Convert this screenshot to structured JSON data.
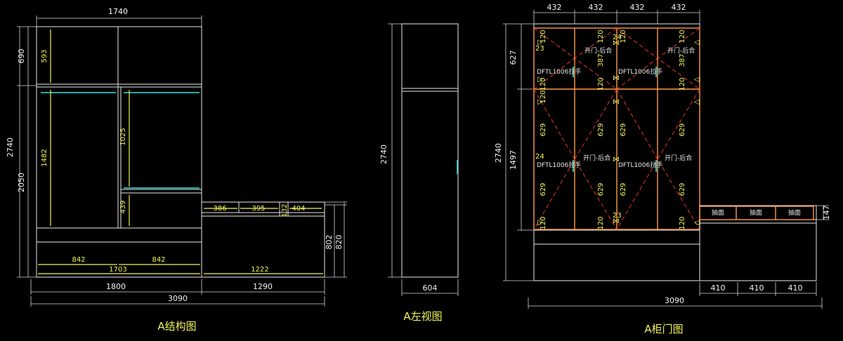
{
  "structure": {
    "title": "A结构图",
    "dims": {
      "w_total": "1740",
      "h_total": "2740",
      "h_top": "690",
      "h_bottom": "2050",
      "top_inner": "593",
      "mid_inner": "1482",
      "rt_inner": "1025",
      "rb_inner": "439",
      "d842a": "842",
      "d842b": "842",
      "d1703": "1703",
      "d1800": "1800",
      "d1290": "1290",
      "d3090": "3090",
      "d1222": "1222",
      "d386": "386",
      "d395": "395",
      "d132": "132",
      "d404": "404",
      "d802": "802",
      "d820": "820"
    }
  },
  "left_view": {
    "title": "A左视图",
    "dims": {
      "height": "2740",
      "depth": "604"
    }
  },
  "door": {
    "title": "A柜门图",
    "dims": {
      "top1": "432",
      "top2": "432",
      "top3": "432",
      "top4": "432",
      "h_total": "2740",
      "h_top": "627",
      "h_mid": "1497",
      "bottom_total": "3090",
      "b1": "410",
      "b2": "410",
      "b3": "410",
      "h147": "147"
    },
    "labels": {
      "open_left_1": "开门-后合",
      "open_left_2": "开门-后合",
      "open_bottom_1": "开门-后合",
      "open_bottom_2": "开门-后合",
      "handle_1": "DFTL1006拉手",
      "handle_2": "DFTL1006拉手",
      "handle_3": "DFTL1006拉手",
      "handle_4": "DFTL1006拉手",
      "drawer_1": "抽面",
      "drawer_2": "抽面",
      "drawer_3": "抽面"
    },
    "small": {
      "n120": "120",
      "n387": "387",
      "n629": "629",
      "n23": "23",
      "n24": "24"
    }
  }
}
